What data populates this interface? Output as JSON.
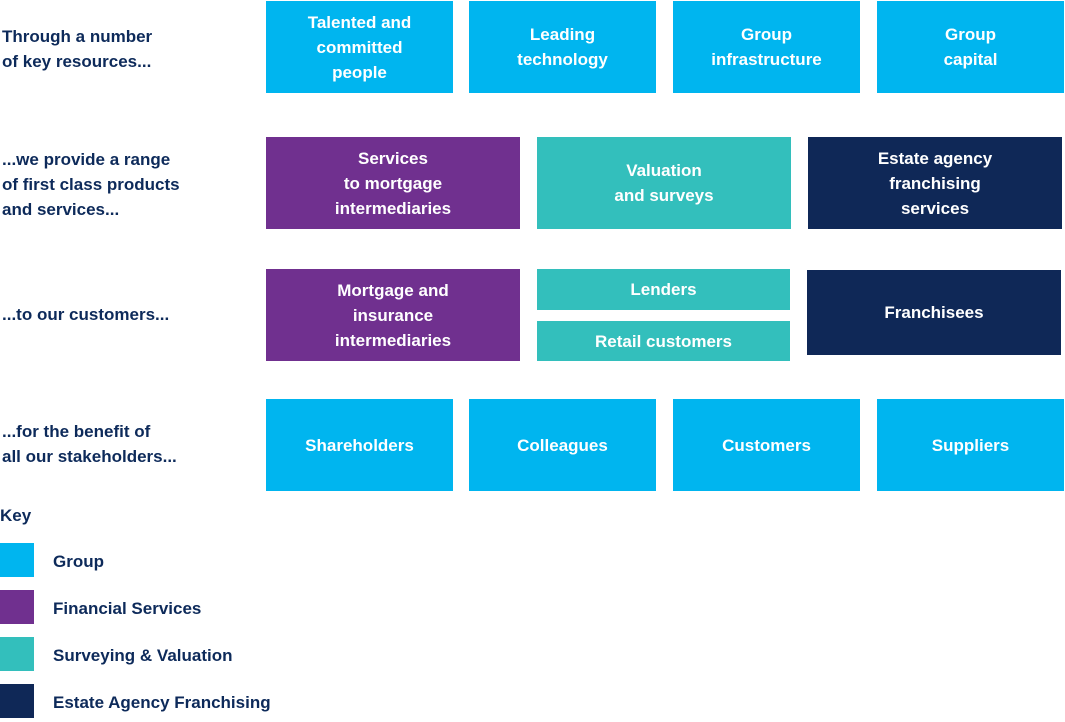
{
  "rows": [
    {
      "label": "Through a number\nof key resources..."
    },
    {
      "label": "...we provide a range\nof first class products\nand services..."
    },
    {
      "label": "...to our customers..."
    },
    {
      "label": "...for the benefit of\nall our stakeholders..."
    }
  ],
  "resources": [
    "Talented and\ncommitted\npeople",
    "Leading\ntechnology",
    "Group\ninfrastructure",
    "Group\ncapital"
  ],
  "services": [
    "Services\nto mortgage\nintermediaries",
    "Valuation\nand surveys",
    "Estate agency\nfranchising\nservices"
  ],
  "customers": {
    "financial": "Mortgage and\ninsurance\nintermediaries",
    "lenders": "Lenders",
    "retail": "Retail customers",
    "franchisees": "Franchisees"
  },
  "stakeholders": [
    "Shareholders",
    "Colleagues",
    "Customers",
    "Suppliers"
  ],
  "key": {
    "title": "Key",
    "items": [
      {
        "label": "Group",
        "color": "#00b5ef"
      },
      {
        "label": "Financial Services",
        "color": "#70308f"
      },
      {
        "label": "Surveying & Valuation",
        "color": "#33bfbc"
      },
      {
        "label": "Estate Agency Franchising",
        "color": "#0f2857"
      }
    ]
  }
}
